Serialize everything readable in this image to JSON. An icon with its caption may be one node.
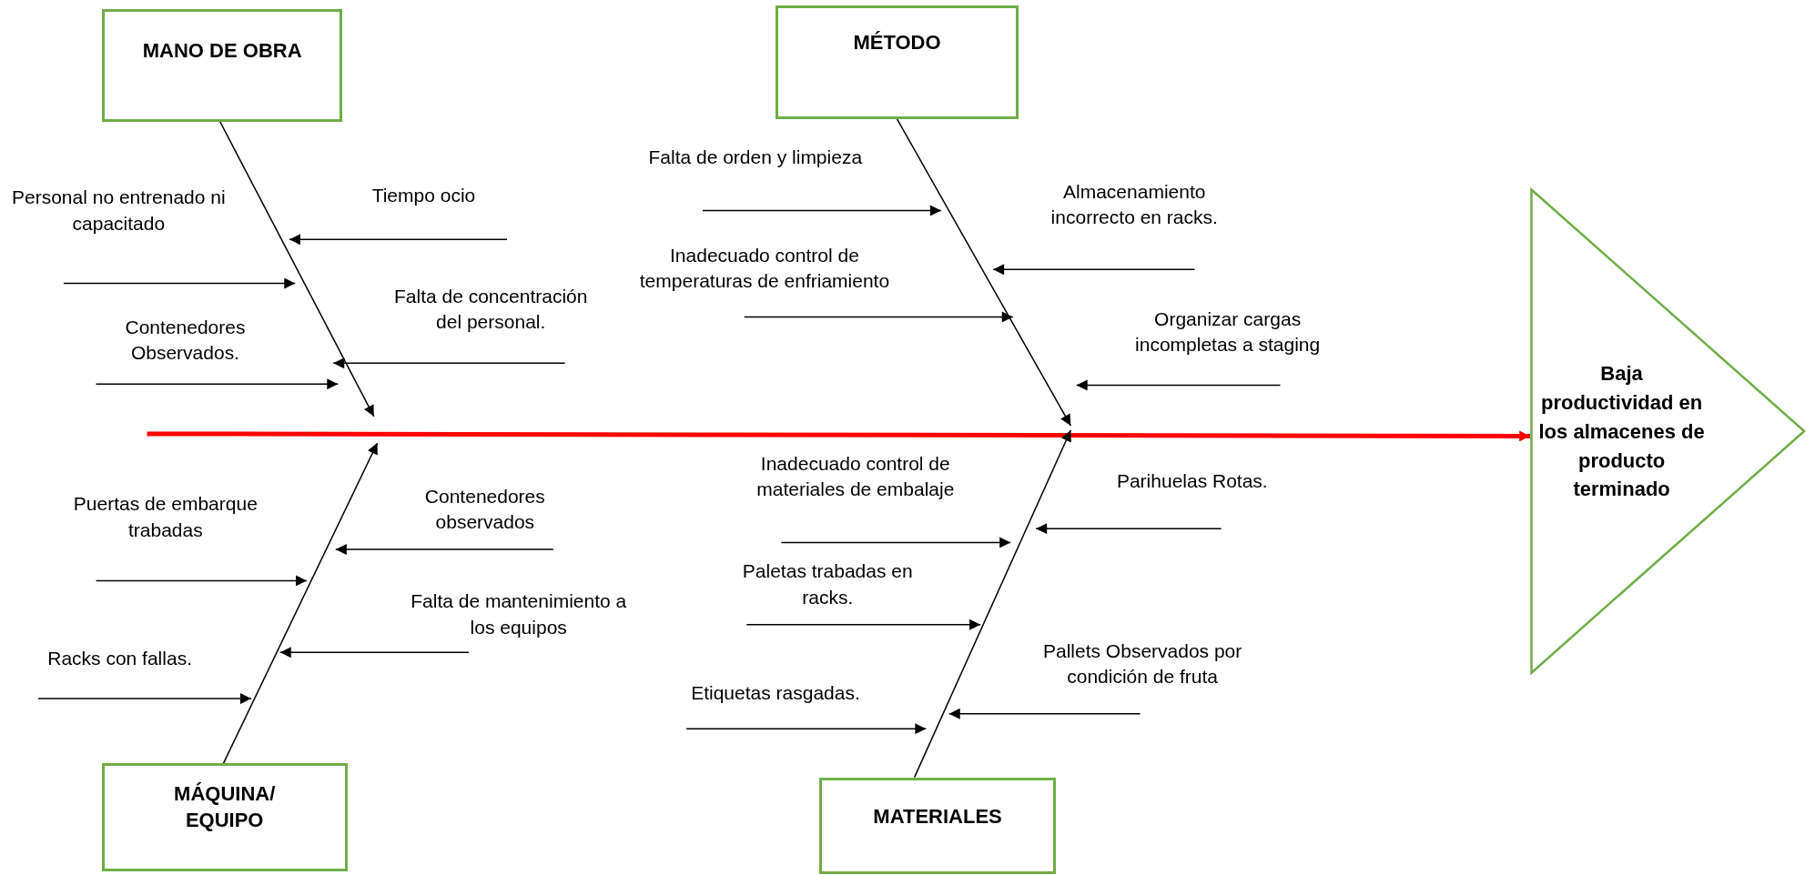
{
  "diagram": {
    "nodes": [
      {
        "text": [
          "MANO DE OBRA"
        ]
      },
      {
        "text": [
          "MÉTODO"
        ]
      },
      {
        "text": [
          "Baja productividad en los almacenes de producto terminado"
        ]
      },
      {
        "text": [
          "MÁQUINA/ EQUIPO"
        ]
      },
      {
        "text": [
          "MATERIALES"
        ]
      },
      {
        "text": [
          "Tiempo ocio"
        ]
      },
      {
        "text": [
          "Personal no entrenado ni capacitado"
        ]
      },
      {
        "text": [
          "Contenedores Observados."
        ]
      },
      {
        "text": [
          "Falta de concentración del personal."
        ]
      },
      {
        "text": [
          "Puertas de embarque trabadas"
        ]
      },
      {
        "text": [
          "Contenedores observados"
        ]
      },
      {
        "text": [
          "Falta de mantenimiento a los equipos"
        ]
      },
      {
        "text": [
          "Racks con fallas."
        ]
      },
      {
        "text": [
          "Falta de orden y limpieza"
        ]
      },
      {
        "text": [
          "Almacenamiento incorrecto en racks."
        ]
      },
      {
        "text": [
          "Inadecuado control de temperaturas de enfriamiento"
        ]
      },
      {
        "text": [
          "Organizar cargas incompletas a staging"
        ]
      },
      {
        "text": [
          "Inadecuado control de materiales de embalaje"
        ]
      },
      {
        "text": [
          "Parihuelas Rotas."
        ]
      },
      {
        "text": [
          "Paletas trabadas en racks."
        ]
      },
      {
        "text": [
          "Pallets Observados por condición de fruta"
        ]
      },
      {
        "text": [
          "Etiquetas rasgadas."
        ]
      }
    ],
    "edges": [
      {
        "from": null,
        "to": 2,
        "arrow": "to",
        "style": "thick",
        "color": "#ff0000"
      },
      {
        "from": 0,
        "to": null,
        "arrow": "to"
      },
      {
        "from": 1,
        "to": null,
        "arrow": "to"
      },
      {
        "from": 3,
        "to": null,
        "arrow": "to"
      },
      {
        "from": 4,
        "to": null,
        "arrow": "to"
      },
      {
        "from": 5,
        "to": null,
        "arrow": "to"
      },
      {
        "from": 6,
        "to": null,
        "arrow": "to"
      },
      {
        "from": 7,
        "to": null,
        "arrow": "to"
      },
      {
        "from": 8,
        "to": null,
        "arrow": "to"
      },
      {
        "from": 9,
        "to": null,
        "arrow": "to"
      },
      {
        "from": 10,
        "to": null,
        "arrow": "to"
      },
      {
        "from": 11,
        "to": null,
        "arrow": "to"
      },
      {
        "from": 12,
        "to": null,
        "arrow": "to"
      },
      {
        "from": 13,
        "to": null,
        "arrow": "to"
      },
      {
        "from": 14,
        "to": null,
        "arrow": "to"
      },
      {
        "from": 15,
        "to": null,
        "arrow": "to"
      },
      {
        "from": 16,
        "to": null,
        "arrow": "to"
      },
      {
        "from": 17,
        "to": null,
        "arrow": "to"
      },
      {
        "from": 18,
        "to": null,
        "arrow": "to"
      },
      {
        "from": 19,
        "to": null,
        "arrow": "to"
      },
      {
        "from": 20,
        "to": null,
        "arrow": "to"
      },
      {
        "from": 21,
        "to": null,
        "arrow": "to"
      }
    ]
  }
}
